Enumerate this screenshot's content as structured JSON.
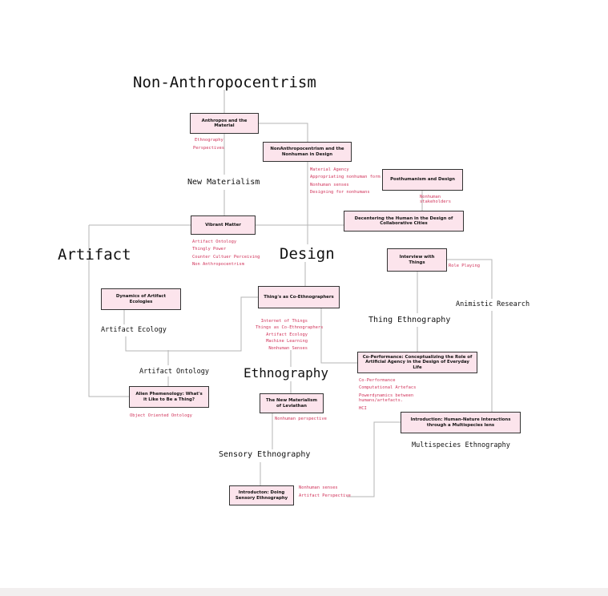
{
  "headings": {
    "non_anthropocentrism": "Non-Anthropocentrism",
    "new_materialism": "New Materialism",
    "artifact": "Artifact",
    "design": "Design",
    "animistic_research": "Animistic Research",
    "thing_ethnography": "Thing Ethnography",
    "artifact_ecology": "Artifact Ecology",
    "artifact_ontology": "Artifact Ontology",
    "ethnography": "Ethnography",
    "sensory_ethnography": "Sensory Ethnography",
    "multispecies_ethnography": "Multispecies Ethnography"
  },
  "boxes": {
    "anthropos": "Anthropos and the Material",
    "nonanthropocentrism_design": "NonAnthropocentrism and the Nonhuman in Design",
    "posthumanism": "Posthumanism and Design",
    "decentering": "Decentering the Human in the Design of Collaborative Cities",
    "vibrant_matter": "Vibrant Matter",
    "interview_things": "Interview with Things",
    "dynamics": "Dynamics of Artifact Ecologies",
    "things_coethno": "Thing's as Co-Ethnographers",
    "coperformance": "Co-Performance: Conceptualizing the Role of Artificial Agency in the Design of Everyday Life",
    "alien_phenomenology": "Alien Phemenology: What's it Like to Be a Thing?",
    "new_materialism_leviathan": "The New Materialism of Leviathan",
    "human_nature": "Introduction: Human-Nature Interactions through a Multispecies lens",
    "doing_sensory": "Introducton: Doing Sensory Ethnography"
  },
  "tags": {
    "anthropos": [
      "Ethnography",
      "Perspectives"
    ],
    "nonanthropocentrism_design": [
      "Material Agency",
      "Appropriating nonhuman form",
      "Nonhuman senses",
      "Designing for nonhumans"
    ],
    "posthumanism": [
      "Nonhuman",
      "stakeholders"
    ],
    "vibrant_matter": [
      "Artifact Ontology",
      "Thingly Power",
      "Counter Cultuer Perceiving",
      "Non Anthropocentrism"
    ],
    "interview_things": [
      "Role Playing"
    ],
    "things_coethno": [
      "Internet of Things",
      "Things as Co-Ethnographers",
      "Artifact Ecology",
      "Machine Learning",
      "Nonhuman Senses"
    ],
    "coperformance": [
      "Co-Performance",
      "Computational Artefacs",
      "Powerdynamics between",
      "humans/artefacts.",
      "HCI"
    ],
    "alien_phenomenology": [
      "Object Oriented Ontology"
    ],
    "new_materialism_leviathan": [
      "Nonhuman perspective"
    ],
    "doing_sensory": [
      "Nonhuman senses",
      "Artifact Perspective"
    ]
  }
}
